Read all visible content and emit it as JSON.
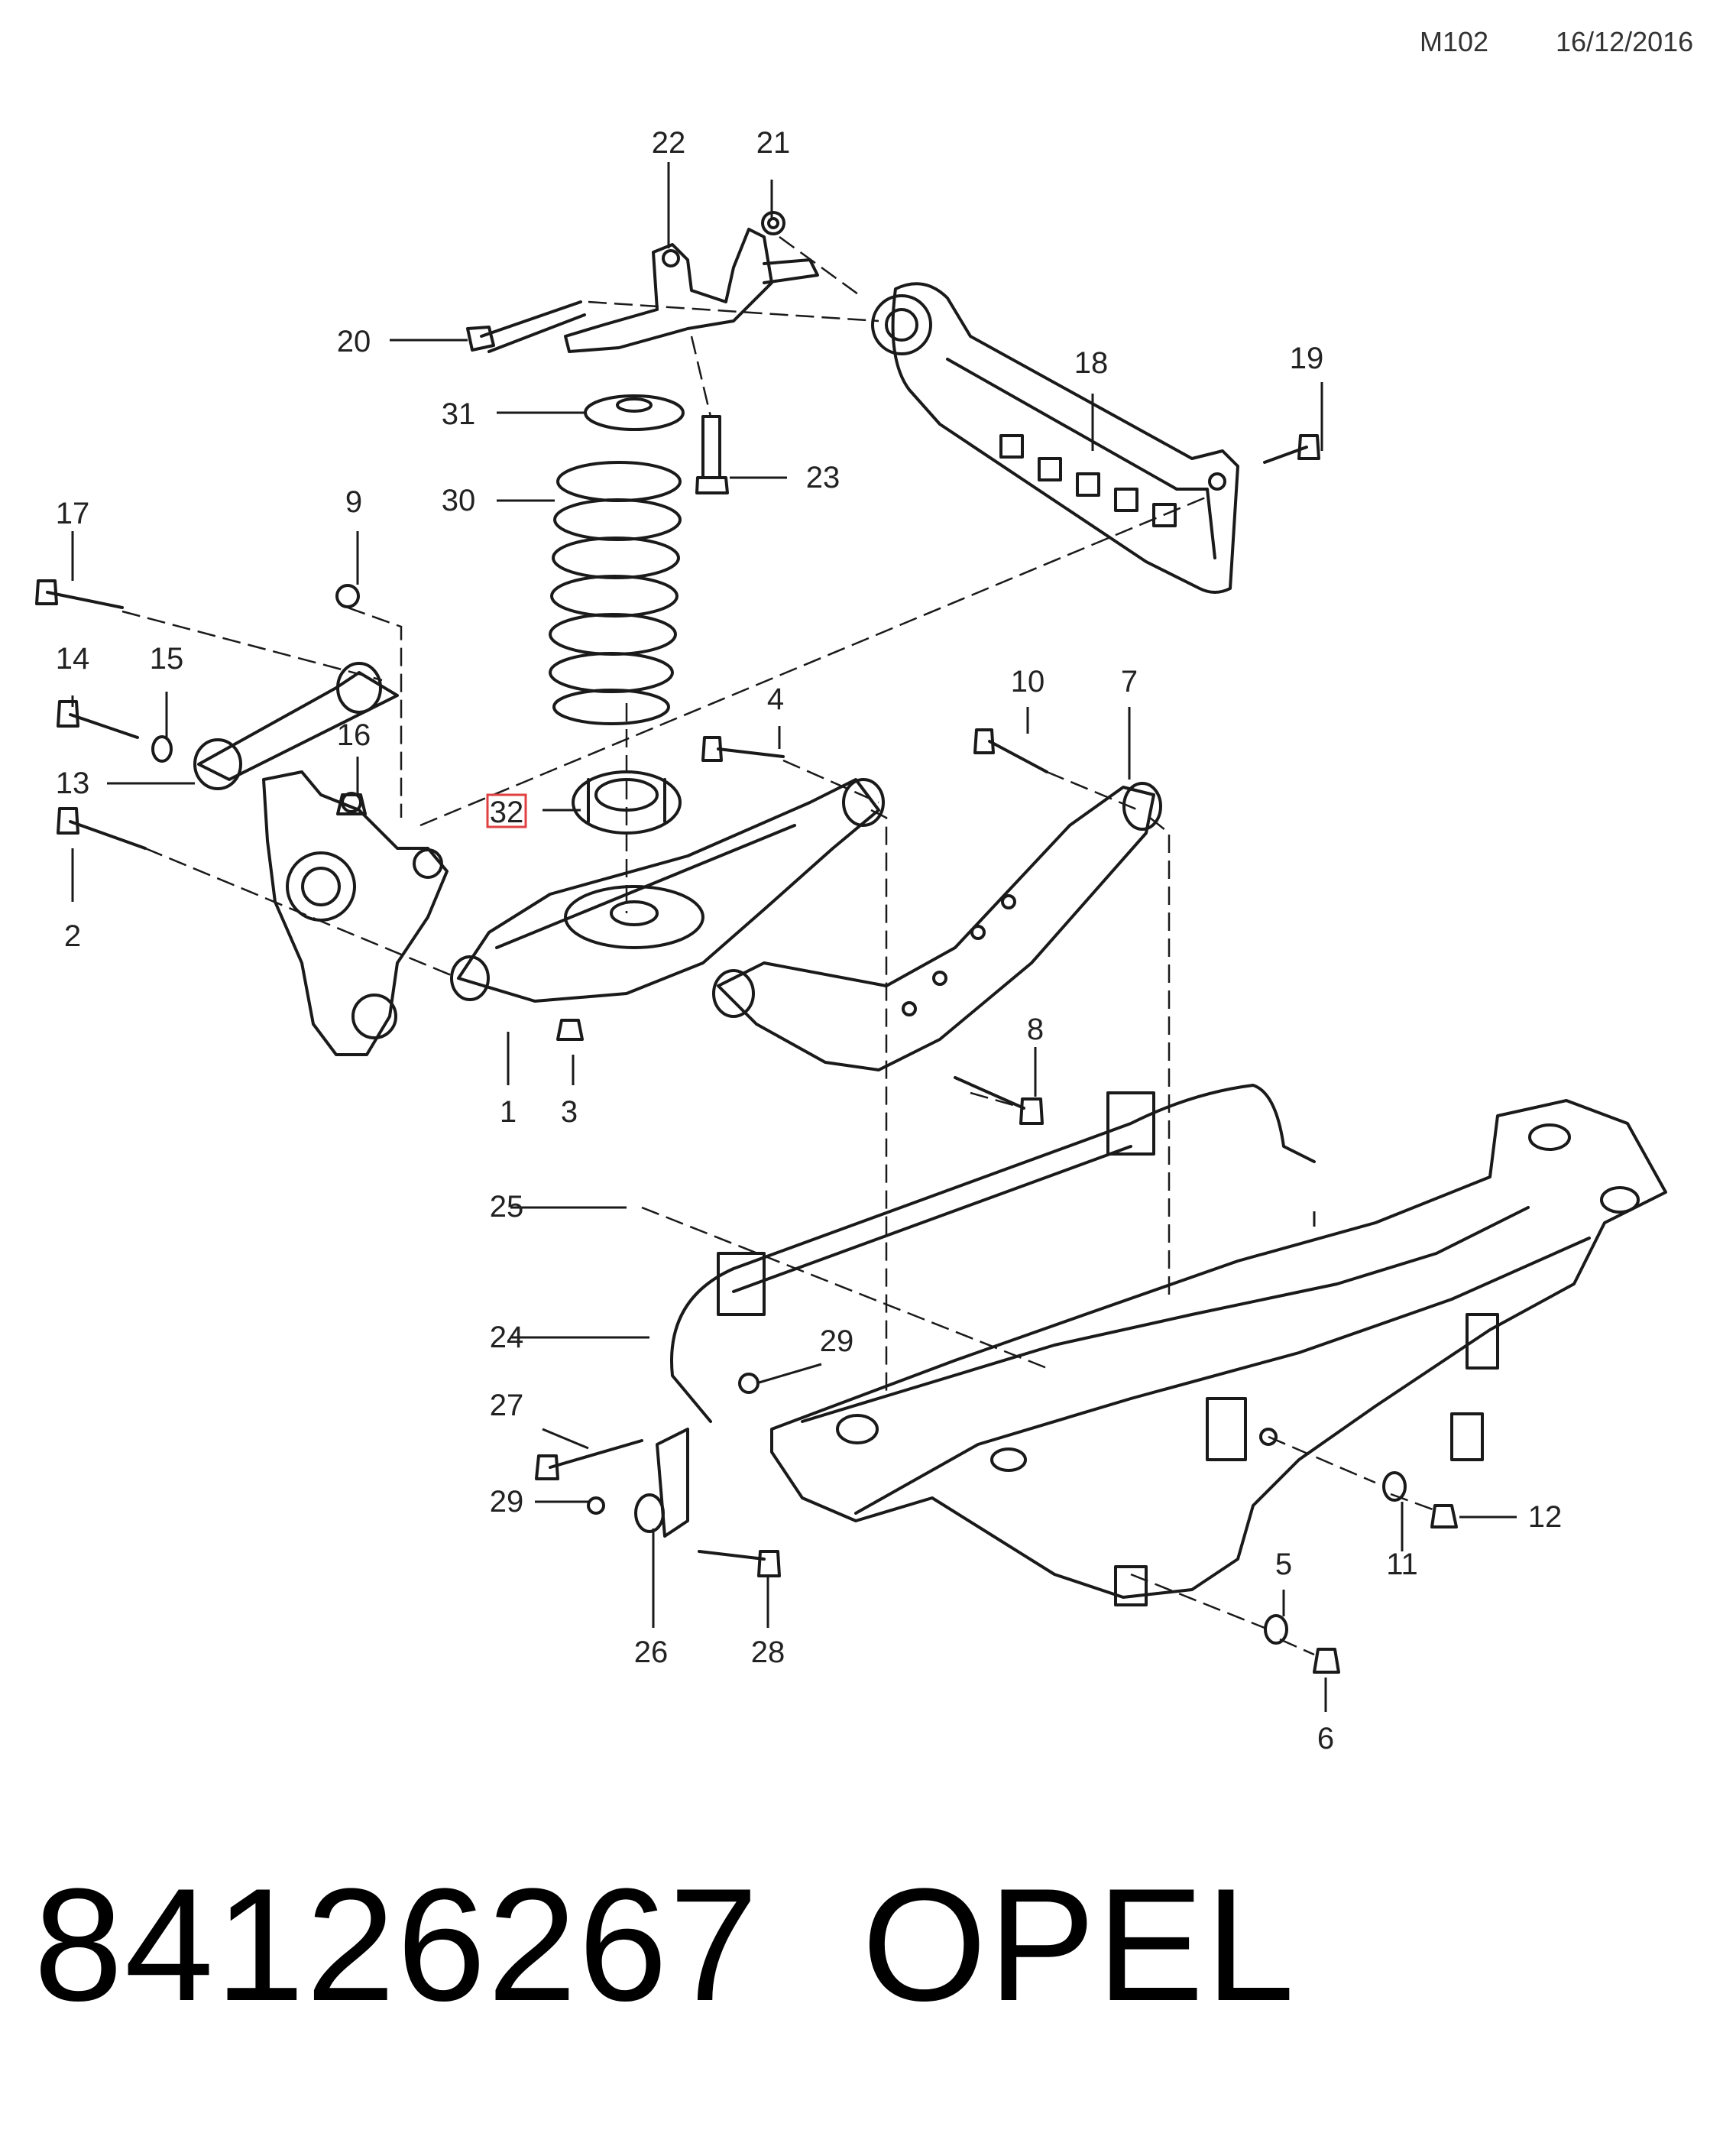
{
  "header": {
    "diagram_code": "M102",
    "date": "16/12/2016"
  },
  "callouts": {
    "c1": "1",
    "c2": "2",
    "c3": "3",
    "c4": "4",
    "c5": "5",
    "c6": "6",
    "c7": "7",
    "c8": "8",
    "c9": "9",
    "c10": "10",
    "c11": "11",
    "c12": "12",
    "c13": "13",
    "c14": "14",
    "c15": "15",
    "c16": "16",
    "c17": "17",
    "c18": "18",
    "c19": "19",
    "c20": "20",
    "c21": "21",
    "c22": "22",
    "c23": "23",
    "c24": "24",
    "c25": "25",
    "c26": "26",
    "c27": "27",
    "c28": "28",
    "c29a": "29",
    "c29b": "29",
    "c30": "30",
    "c31": "31",
    "c32": "32"
  },
  "highlighted_callout": "32",
  "footer": {
    "part_number": "84126267",
    "brand": "OPEL"
  },
  "colors": {
    "line": "#1a1a1a",
    "highlight": "#e04040",
    "background": "#ffffff"
  }
}
